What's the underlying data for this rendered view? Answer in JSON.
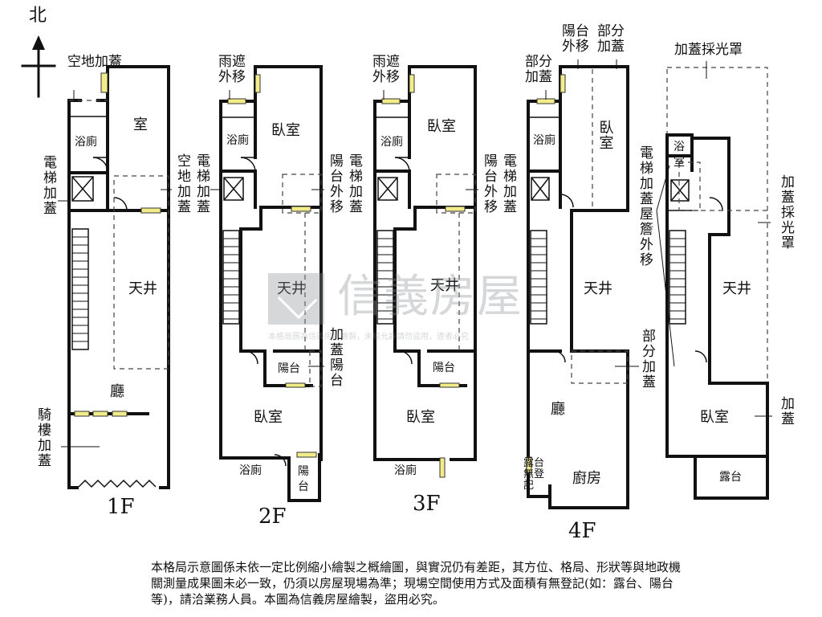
{
  "compass": {
    "north": "北"
  },
  "watermark": {
    "brand": "信義房屋",
    "note": "本格局圖為信義房屋繪製，未經允許請勿盜用，違者必究"
  },
  "floors": {
    "f1": {
      "name": "1F",
      "room": "室",
      "bath": "浴廁",
      "well": "天井",
      "hall": "廳",
      "elev": "電梯加蓋",
      "vacant": "空地加蓋",
      "vacant2": "空地加蓋",
      "elev2": "電梯加蓋",
      "arcade": "騎樓加蓋"
    },
    "f2": {
      "name": "2F",
      "bed1": "臥室",
      "bath1": "浴廁",
      "well": "天井",
      "balcony": "陽台",
      "bed2": "臥室",
      "bath2": "浴廁",
      "balcony2": "陽台",
      "canopy": "雨遮外移",
      "balc_move": "陽台外移",
      "elev": "電梯加蓋",
      "balc_add": "加蓋陽台"
    },
    "f3": {
      "name": "3F",
      "bed1": "臥室",
      "bath1": "浴廁",
      "well": "天井",
      "balcony": "陽台",
      "bed2": "臥室",
      "bath2": "浴廁",
      "canopy": "雨遮外移",
      "balc_move": "陽台外移",
      "elev": "電梯加蓋"
    },
    "f4": {
      "name": "4F",
      "bed": "臥室",
      "bath": "浴廁",
      "well": "天井",
      "hall": "廳",
      "kitchen": "廚房",
      "terrace": "露台無登記",
      "part_add": "部分加蓋",
      "balc_move": "陽台外移",
      "part_add2": "部分加蓋",
      "part_add3": "部分加蓋"
    },
    "f5": {
      "skylight_top": "加蓋採光罩",
      "bath": "浴室",
      "well": "天井",
      "bed": "臥室",
      "terrace": "露台",
      "elev_eave": "電梯加蓋屋簷外移",
      "skylight_side": "加蓋採光罩",
      "add": "加蓋"
    }
  },
  "disclaimer": "本格局示意圖係未依一定比例縮小繪製之概繪圖，與實況仍有差距，其方位、格局、形狀等與地政機關測量成果圖未必一致，仍須以房屋現場為準；現場空間使用方式及面積有無登記(如：露台、陽台等)，請洽業務人員。本圖為信義房屋繪製，盜用必究。"
}
